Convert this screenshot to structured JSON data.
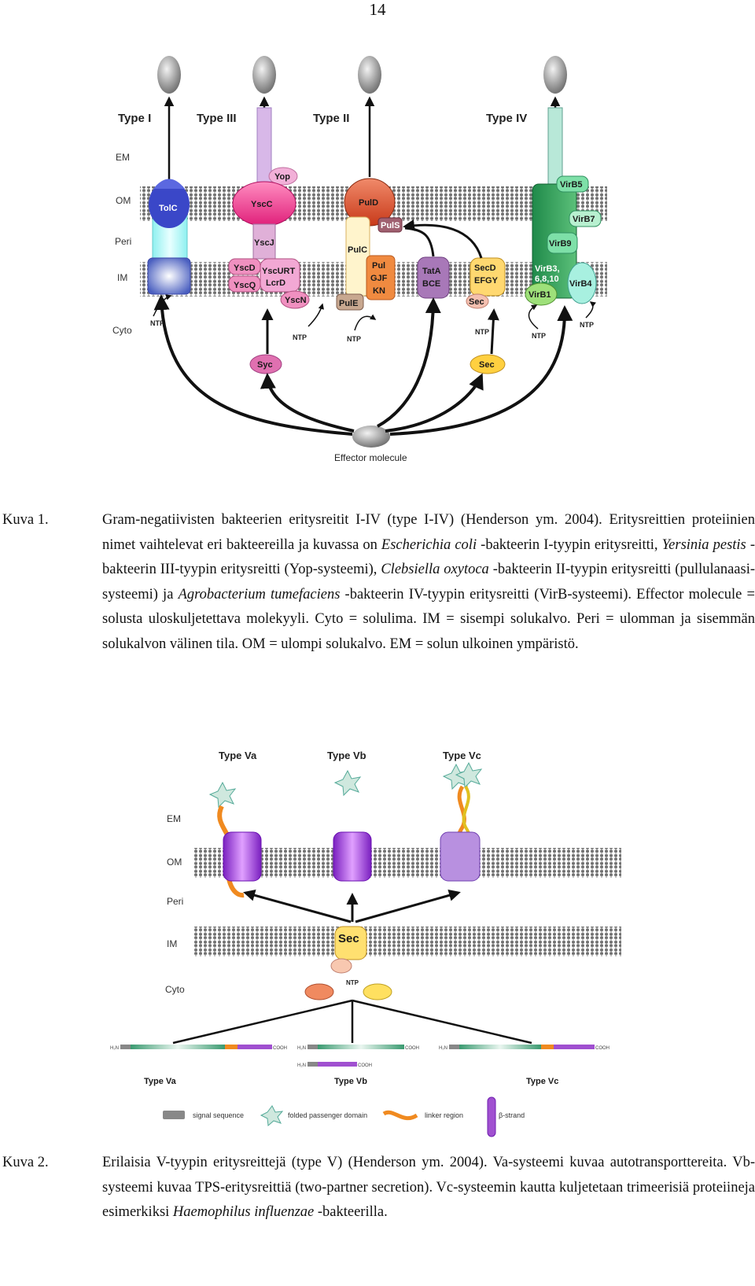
{
  "page_number": "14",
  "figure1": {
    "type_labels": [
      "Type I",
      "Type III",
      "Type II",
      "Type IV"
    ],
    "layer_labels": [
      "EM",
      "OM",
      "Peri",
      "IM",
      "Cyto"
    ],
    "proteins": {
      "tolc": "TolC",
      "yscc": "YscC",
      "yop": "Yop",
      "yscj": "YscJ",
      "yscd": "YscD",
      "yscq": "YscQ",
      "yscurt": "YscURT",
      "lcrd": "LcrD",
      "yscn": "YscN",
      "syc": "Syc",
      "puld": "PulD",
      "puls": "PulS",
      "pulc": "PulC",
      "pul_a": "Pul",
      "pul_b": "GJF",
      "pul_c": "KN",
      "pule": "PulE",
      "tata": "TatA",
      "bce": "BCE",
      "secd": "SecD",
      "efgy": "EFGY",
      "sec_small": "Sec",
      "sec": "Sec",
      "virb5": "VirB5",
      "virb7": "VirB7",
      "virb9": "VirB9",
      "virb3": "VirB3,",
      "virb3b": "6,8,10",
      "virb4": "VirB4",
      "virb1": "VirB1"
    },
    "ntp": "NTP",
    "effector": "Effector molecule"
  },
  "caption1": {
    "label": "Kuva 1.",
    "parts": [
      "Gram-negatiivisten bakteerien eritysreitit I-IV (type I-IV) (Henderson ym. 2004). Eritysreittien proteiinien nimet vaihtelevat eri bakteereilla ja kuvassa on ",
      "Escherichia coli",
      " -bakteerin I-tyypin eritysreitti, ",
      "Yersinia pestis",
      " -bakteerin III-tyypin eritysreitti (Yop-systeemi), ",
      "Clebsiella oxytoca",
      " -bakteerin II-tyypin eritysreitti (pullulanaasi-systeemi) ja ",
      "Agrobacterium tumefaciens",
      " -bakteerin IV-tyypin eritysreitti (VirB-systeemi). Effector molecule = solusta uloskuljetettava molekyyli. Cyto = solulima. IM = sisempi solukalvo. Peri = ulomman ja sisemmän solukalvon välinen tila. OM = ulompi solukalvo. EM = solun ulkoinen ympäristö."
    ]
  },
  "figure2": {
    "type_labels": [
      "Type Va",
      "Type Vb",
      "Type Vc"
    ],
    "layer_labels": [
      "EM",
      "OM",
      "Peri",
      "IM",
      "Cyto"
    ],
    "sec": "Sec",
    "ntp": "NTP",
    "h2n": "H₂N",
    "cooh": "COOH",
    "legend": [
      "signal sequence",
      "folded passenger domain",
      "linker region",
      "β-strand"
    ]
  },
  "caption2": {
    "label": "Kuva 2.",
    "parts": [
      "Erilaisia V-tyypin eritysreittejä (type V) (Henderson ym. 2004). Va-systeemi kuvaa autotransporttereita. Vb-systeemi kuvaa TPS-eritysreittiä (two-partner secretion). Vc-systeemin kautta kuljetetaan trimeerisiä proteiineja esimerkiksi ",
      "Haemophilus influenzae",
      " -bakteerilla."
    ]
  }
}
